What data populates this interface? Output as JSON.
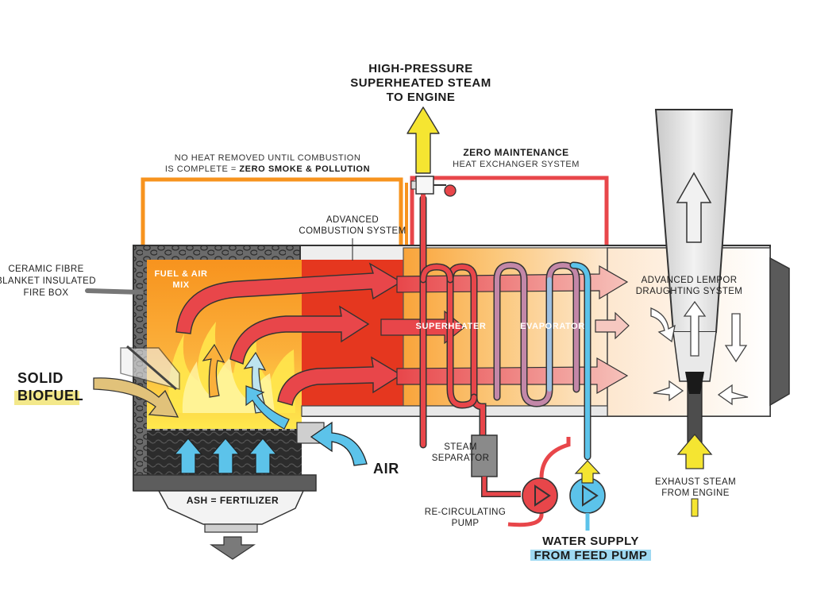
{
  "labels": {
    "steam_out_1": "HIGH-PRESSURE",
    "steam_out_2": "SUPERHEATED STEAM",
    "steam_out_3": "TO ENGINE",
    "no_heat_1": "NO HEAT REMOVED UNTIL COMBUSTION",
    "no_heat_2a": "IS COMPLETE = ",
    "no_heat_2b": "ZERO SMOKE & POLLUTION",
    "zero_maint_1": "ZERO MAINTENANCE",
    "zero_maint_2": "HEAT EXCHANGER SYSTEM",
    "adv_comb_1": "ADVANCED",
    "adv_comb_2": "COMBUSTION SYSTEM",
    "ceramic_1": "CERAMIC FIBRE",
    "ceramic_2": "BLANKET INSULATED",
    "ceramic_3": "FIRE BOX",
    "fuel_air_1": "FUEL & AIR",
    "fuel_air_2": "MIX",
    "solid_1": "SOLID",
    "solid_2": "BIOFUEL",
    "air": "AIR",
    "ash": "ASH = FERTILIZER",
    "superheater": "SUPERHEATER",
    "evaporator": "EVAPORATOR",
    "steam_sep_1": "STEAM",
    "steam_sep_2": "SEPARATOR",
    "recirc_1": "RE-CIRCULATING",
    "recirc_2": "PUMP",
    "water_1": "WATER SUPPLY",
    "water_2": "FROM FEED PUMP",
    "lempor_1": "ADVANCED LEMPOR",
    "lempor_2": "DRAUGHTING SYSTEM",
    "exhaust_1": "EXHAUST STEAM",
    "exhaust_2": "FROM ENGINE"
  },
  "colors": {
    "hot_red": "#e8464a",
    "combustion_red": "#e5371f",
    "orange": "#f7931e",
    "flame_yellow": "#ffe14a",
    "water_blue": "#5cc3ea",
    "steam_yellow": "#f5e531",
    "insulation_gray": "#6e6e6e",
    "highlight_yellow": "#f3e88a",
    "highlight_blue": "#9fd9f2"
  },
  "icons": [
    "steam-up-arrow",
    "valve-icon",
    "pump-icon",
    "feed-pump-icon",
    "exhaust-arrow",
    "ash-down-arrow",
    "air-arrow",
    "fuel-arrow"
  ]
}
